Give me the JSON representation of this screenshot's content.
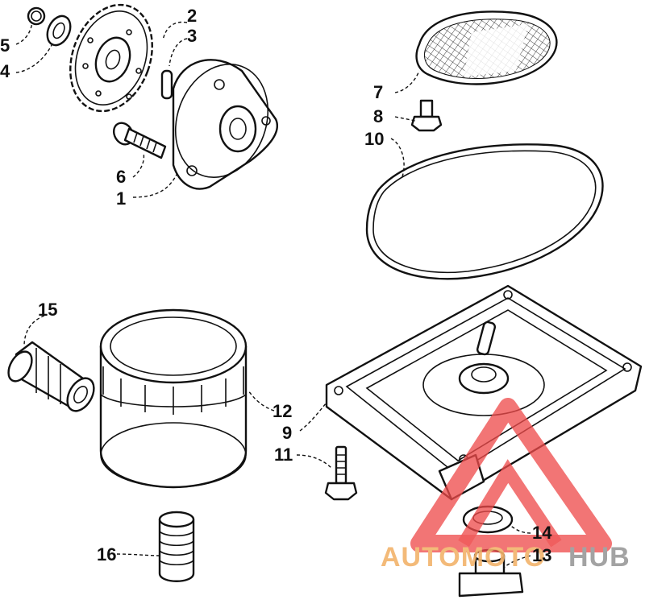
{
  "callouts": {
    "c1": "1",
    "c2": "2",
    "c3": "3",
    "c4": "4",
    "c5": "5",
    "c6": "6",
    "c7": "7",
    "c8": "8",
    "c9": "9",
    "c10": "10",
    "c11": "11",
    "c12": "12",
    "c13": "13",
    "c14": "14",
    "c15": "15",
    "c16": "16"
  },
  "watermark": {
    "text_left": "AUTOMOTO",
    "text_right": "HUB",
    "color_left": "#f2b36b",
    "color_right": "#9a9a9a",
    "logo_color": "#ee4b4b"
  },
  "colors": {
    "line": "#111111",
    "background": "#ffffff"
  }
}
